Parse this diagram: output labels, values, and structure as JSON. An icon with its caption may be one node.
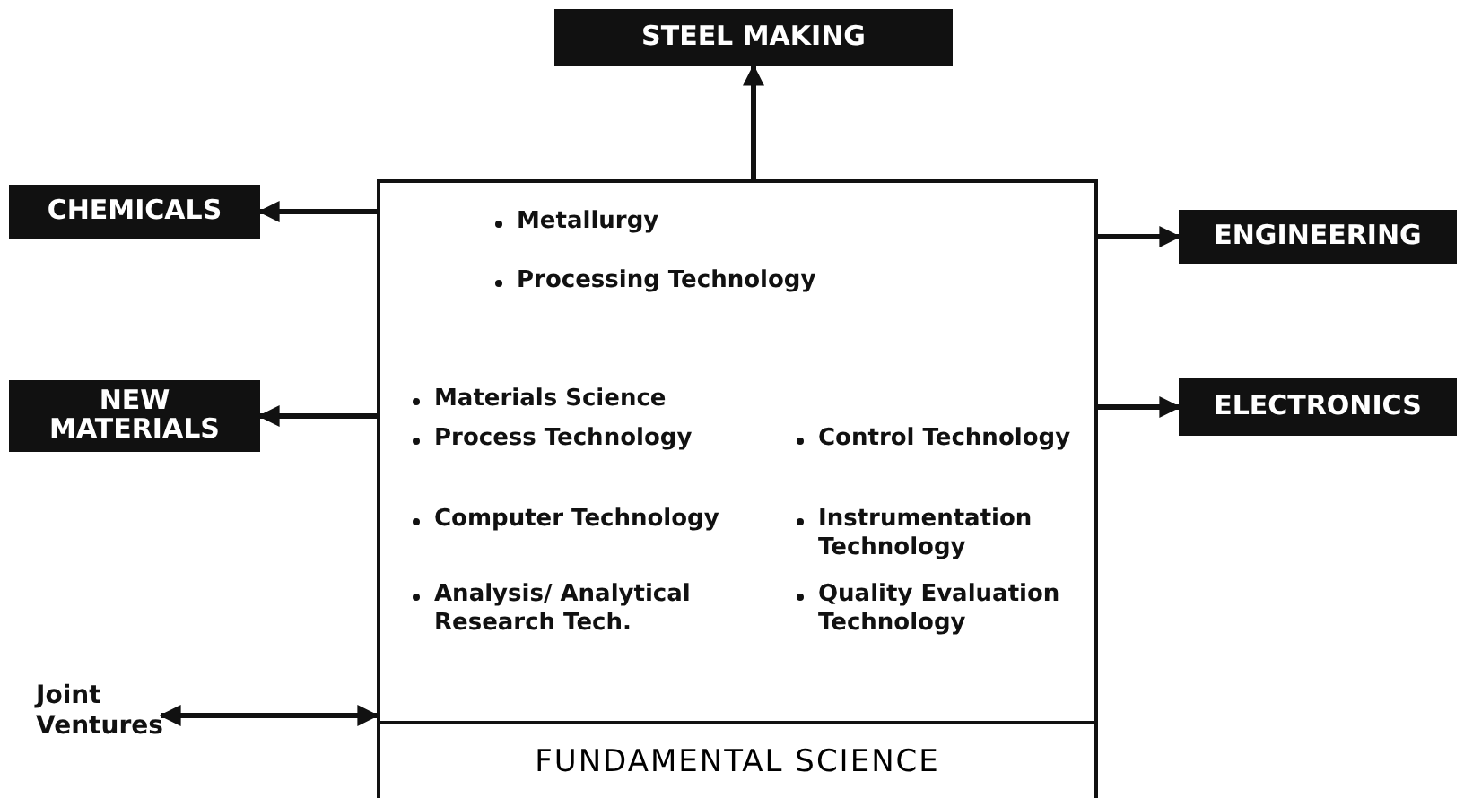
{
  "diagram": {
    "nodes": [
      {
        "text": [
          "Metallurgy",
          "Processing Technology",
          "Materials Science",
          "Process Technology",
          "Computer Technology",
          "Analysis/ Analytical Research Tech.",
          "Control Technology",
          "Instrumentation Technology",
          "Quality Evaluation Technology"
        ]
      },
      {
        "text": [
          "FUNDAMENTAL SCIENCE"
        ],
        "in": 0
      },
      {
        "text": [
          "STEEL MAKING"
        ]
      },
      {
        "text": [
          "CHEMICALS"
        ]
      },
      {
        "text": [
          "ENGINEERING"
        ]
      },
      {
        "text": [
          "NEW MATERIALS"
        ]
      },
      {
        "text": [
          "ELECTRONICS"
        ]
      },
      {
        "text": [
          "Joint Ventures"
        ]
      }
    ],
    "edges": [
      {
        "from": 0,
        "to": 2,
        "arrow": "to"
      },
      {
        "from": 0,
        "to": 3,
        "arrow": "to"
      },
      {
        "from": 0,
        "to": 4,
        "arrow": "to"
      },
      {
        "from": 0,
        "to": 5,
        "arrow": "to"
      },
      {
        "from": 0,
        "to": 6,
        "arrow": "to"
      },
      {
        "from": 7,
        "to": 0,
        "arrow": "both"
      }
    ]
  }
}
